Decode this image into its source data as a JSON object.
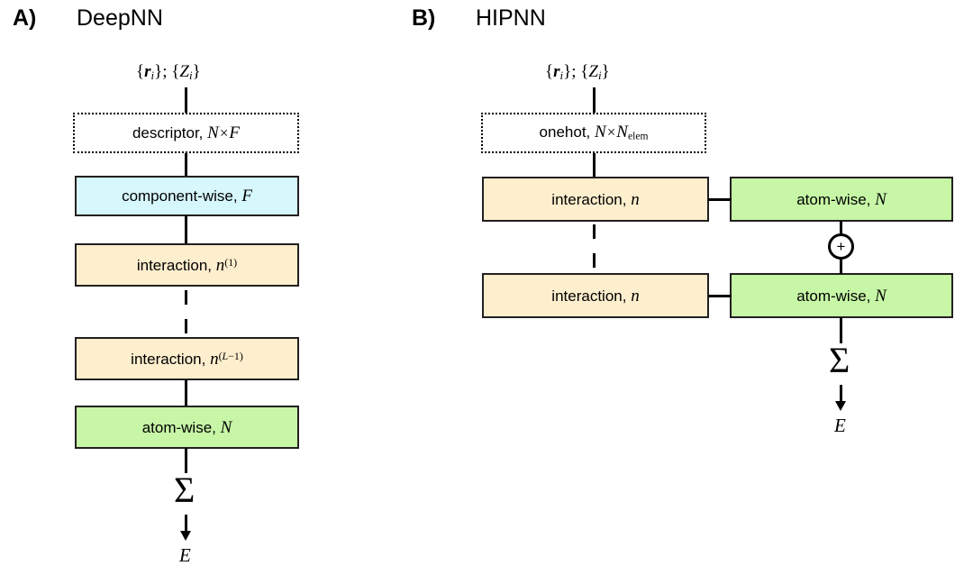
{
  "figure": {
    "background_color": "#ffffff",
    "stroke_color": "#000000"
  },
  "colors": {
    "component_wise": "#d6f7fb",
    "interaction": "#fdeecd",
    "atom_wise": "#c6f6a6",
    "descriptor": "#ffffff",
    "border": "#231f20"
  },
  "panels": [
    {
      "letter": "A)",
      "title": "DeepNN",
      "input_label": "{r_i}; {Z_i}",
      "output_symbol": "Σ",
      "output_label": "E",
      "nodes": [
        {
          "name": "descriptor",
          "label_text": "descriptor, N × F",
          "style": "dashed",
          "fill": "#ffffff"
        },
        {
          "name": "component-wise",
          "label_text": "component-wise, F",
          "style": "solid",
          "fill": "#d6f7fb"
        },
        {
          "name": "interaction-first",
          "label_text": "interaction, n(1)",
          "style": "solid",
          "fill": "#fdeecd"
        },
        {
          "name": "interaction-last",
          "label_text": "interaction, n(L-1)",
          "style": "solid",
          "fill": "#fdeecd"
        },
        {
          "name": "atom-wise",
          "label_text": "atom-wise, N",
          "style": "solid",
          "fill": "#c6f6a6"
        }
      ]
    },
    {
      "letter": "B)",
      "title": "HIPNN",
      "input_label": "{r_i}; {Z_i}",
      "output_symbol": "Σ",
      "output_label": "E",
      "adder_symbol": "+",
      "nodes": [
        {
          "name": "onehot",
          "label_text": "onehot, N × N_elem",
          "style": "dashed",
          "fill": "#ffffff"
        },
        {
          "name": "interaction-first",
          "label_text": "interaction, n",
          "style": "solid",
          "fill": "#fdeecd"
        },
        {
          "name": "interaction-last",
          "label_text": "interaction, n",
          "style": "solid",
          "fill": "#fdeecd"
        },
        {
          "name": "atom-wise-first",
          "label_text": "atom-wise, N",
          "style": "solid",
          "fill": "#c6f6a6"
        },
        {
          "name": "atom-wise-last",
          "label_text": "atom-wise, N",
          "style": "solid",
          "fill": "#c6f6a6"
        }
      ]
    }
  ],
  "glyphs": {
    "set_open": "{",
    "set_close": "}",
    "semicolon": ";",
    "r": "r",
    "Z": "Z",
    "i": "i",
    "N": "N",
    "F": "F",
    "n": "n",
    "L": "L",
    "elem": "elem",
    "times": "×",
    "minus": "−",
    "one": "1",
    "sigma": "Σ",
    "E": "E",
    "plus": "+",
    "descriptor_word": "descriptor,",
    "onehot_word": "onehot,",
    "component_word": "component-wise,",
    "interaction_word": "interaction,",
    "atomwise_word": "atom-wise,"
  }
}
